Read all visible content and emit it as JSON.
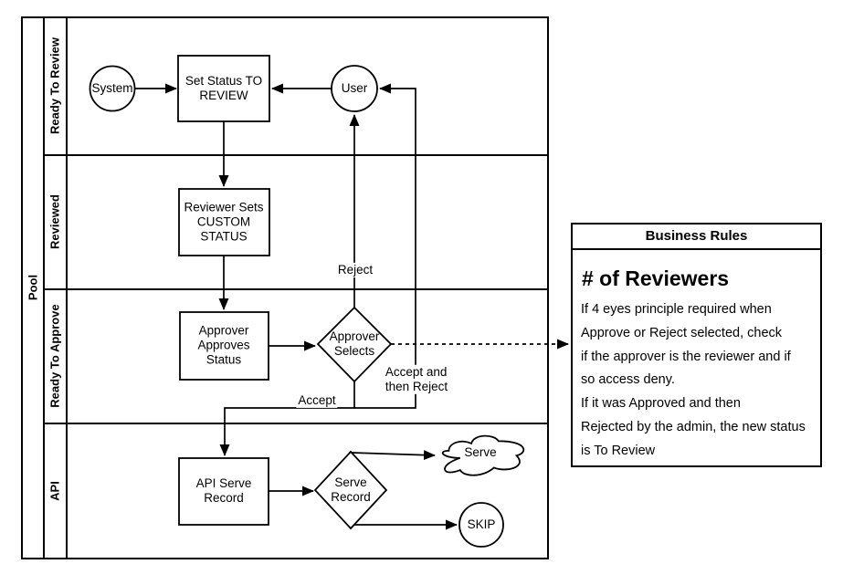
{
  "colors": {
    "stroke": "#000000",
    "shape_fill": "#ffffff",
    "background": "#ffffff",
    "text": "#000000"
  },
  "pool": {
    "label": "Pool",
    "lanes": [
      {
        "label": "Ready To Review"
      },
      {
        "label": "Reviewed"
      },
      {
        "label": "Ready To Approve"
      },
      {
        "label": "API"
      }
    ]
  },
  "nodes": {
    "system": {
      "label": "System",
      "type": "circle-event"
    },
    "set_status": {
      "label": "Set Status TO\nREVIEW",
      "type": "process"
    },
    "user": {
      "label": "User",
      "type": "circle-event"
    },
    "reviewer_sets": {
      "label": "Reviewer Sets\nCUSTOM\nSTATUS",
      "type": "process"
    },
    "approver_approves": {
      "label": "Approver\nApproves\nStatus",
      "type": "process"
    },
    "approver_selects": {
      "label": "Approver\nSelects",
      "type": "decision"
    },
    "api_serve": {
      "label": "API Serve\nRecord",
      "type": "process"
    },
    "serve_record": {
      "label": "Serve\nRecord",
      "type": "decision"
    },
    "serve_cloud": {
      "label": "Serve",
      "type": "cloud"
    },
    "skip": {
      "label": "SKIP",
      "type": "circle-event"
    }
  },
  "edge_labels": {
    "reject": "Reject",
    "accept": "Accept",
    "accept_then_reject": "Accept and\nthen Reject"
  },
  "business_rules": {
    "header": "Business Rules",
    "title": "# of Reviewers",
    "body": "If 4  eyes principle required when\nApprove or Reject selected, check\nif the approver is the reviewer and if\nso access deny.\nIf it was Approved and then\nRejected by the admin, the new status\nis To Review"
  }
}
